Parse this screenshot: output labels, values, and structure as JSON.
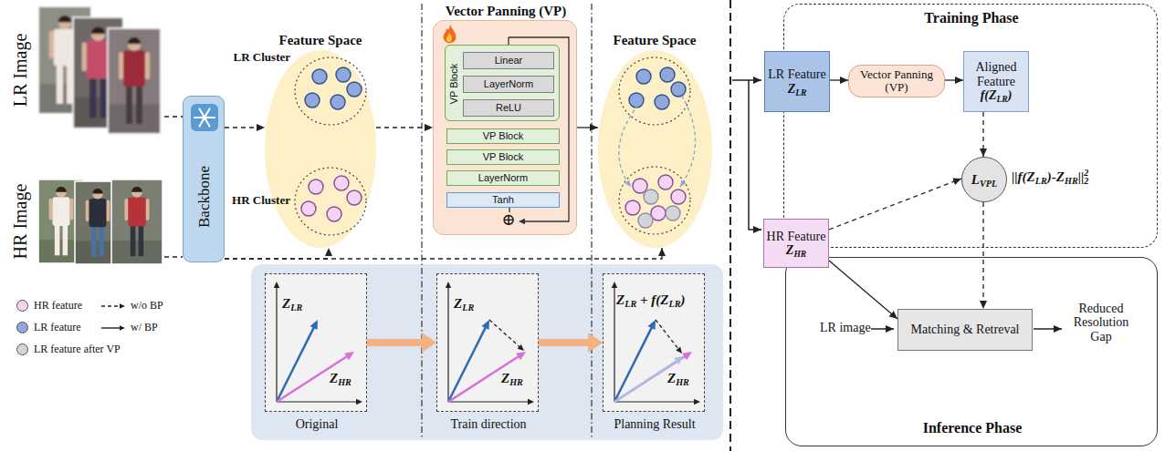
{
  "diagram": {
    "nodes": [
      {
        "text": [
          "LR Image"
        ]
      },
      {
        "text": [
          "HR Image"
        ]
      },
      {
        "text": [
          "Backbone"
        ]
      },
      {
        "text": [
          "Feature Space"
        ]
      },
      {
        "text": [
          "LR Cluster"
        ],
        "in": 3
      },
      {
        "text": [
          "HR Cluster"
        ],
        "in": 3
      },
      {
        "text": [
          "Vector Panning (VP)"
        ]
      },
      {
        "text": [
          "VP Block"
        ],
        "in": 6
      },
      {
        "text": [
          "Linear"
        ],
        "in": 7
      },
      {
        "text": [
          "LayerNorm"
        ],
        "in": 7
      },
      {
        "text": [
          "ReLU"
        ],
        "in": 7
      },
      {
        "text": [
          "VP Block"
        ],
        "in": 6
      },
      {
        "text": [
          "VP Block"
        ],
        "in": 6
      },
      {
        "text": [
          "LayerNorm"
        ],
        "in": 6
      },
      {
        "text": [
          "Tanh"
        ],
        "in": 6
      },
      {
        "text": [
          "Feature Space"
        ]
      },
      {
        "text": [
          "ZLR",
          "ZHR",
          "Original"
        ]
      },
      {
        "text": [
          "ZLR",
          "ZHR",
          "Train direction"
        ]
      },
      {
        "text": [
          "ZLR + f(ZLR)",
          "ZHR",
          "Planning Result"
        ]
      },
      {
        "text": [
          "Training Phase"
        ]
      },
      {
        "text": [
          "LR Feature",
          "ZLR"
        ],
        "in": 19
      },
      {
        "text": [
          "Vector Panning (VP)"
        ],
        "in": 19
      },
      {
        "text": [
          "Aligned Feature",
          "f(ZLR)"
        ],
        "in": 19
      },
      {
        "text": [
          "LVPL"
        ],
        "in": 19
      },
      {
        "text": [
          "HR Feature",
          "ZHR"
        ]
      },
      {
        "text": [
          "Inference Phase"
        ]
      },
      {
        "text": [
          "Matching & Retreval"
        ],
        "in": 25
      }
    ],
    "edges": [
      {
        "from": 0,
        "to": 2,
        "arrow": "none"
      },
      {
        "from": 1,
        "to": 2,
        "arrow": "none"
      },
      {
        "from": 2,
        "to": 3,
        "arrow": "to"
      },
      {
        "from": 2,
        "to": 3,
        "arrow": "to"
      },
      {
        "from": 2,
        "to": 15,
        "arrow": "to"
      },
      {
        "from": 3,
        "to": 6,
        "arrow": "to"
      },
      {
        "from": 6,
        "to": 15,
        "arrow": "to"
      },
      {
        "from": 20,
        "to": 21,
        "arrow": "to"
      },
      {
        "from": 21,
        "to": 22,
        "arrow": "to"
      },
      {
        "from": 22,
        "to": 23,
        "arrow": "to"
      },
      {
        "from": 24,
        "to": 23,
        "arrow": "to"
      },
      {
        "from": 23,
        "to": 26,
        "arrow": "to"
      },
      {
        "from": 24,
        "to": 26,
        "arrow": "to"
      },
      {
        "from": 16,
        "to": 17,
        "arrow": "to"
      },
      {
        "from": 17,
        "to": 18,
        "arrow": "to"
      }
    ],
    "labels": [
      "⊕",
      "||f(ZLR)-ZHR||22",
      "LR image",
      "Reduced Resolution Gap"
    ],
    "legend": [
      {
        "text": "HR feature",
        "color": "#f3d4f3"
      },
      {
        "text": "LR feature",
        "color": "#8fa9dc"
      },
      {
        "text": "LR feature after VP",
        "color": "#d4d4dc"
      },
      {
        "text": "w/o BP"
      },
      {
        "text": "w/ BP"
      }
    ]
  }
}
